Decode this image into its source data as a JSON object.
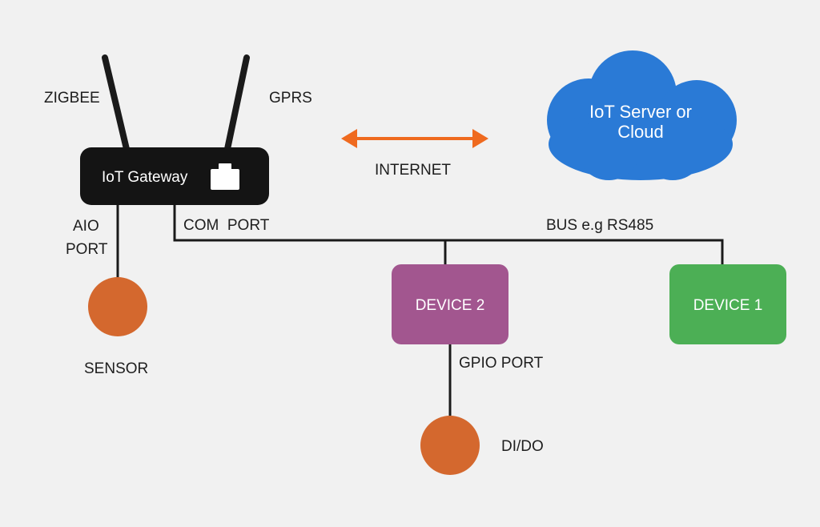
{
  "diagram": {
    "gateway": {
      "label": "IoT Gateway",
      "antenna_left_label": "ZIGBEE",
      "antenna_right_label": "GPRS"
    },
    "cloud": {
      "label_line1": "IoT Server or",
      "label_line2": "Cloud",
      "color": "#2a7ad6"
    },
    "internet": {
      "label": "INTERNET",
      "arrow_color": "#ef6a1f"
    },
    "aio_port": {
      "label_line1": "AIO",
      "label_line2": "PORT"
    },
    "com_port": {
      "label": "COM  PORT"
    },
    "bus": {
      "label": "BUS e.g RS485"
    },
    "sensor": {
      "label": "SENSOR",
      "color": "#d4682e"
    },
    "device2": {
      "label": "DEVICE 2",
      "color": "#a2568f"
    },
    "device1": {
      "label": "DEVICE 1",
      "color": "#4caf55"
    },
    "gpio_port": {
      "label": "GPIO PORT"
    },
    "dido": {
      "label": "DI/DO",
      "color": "#d4682e"
    }
  }
}
